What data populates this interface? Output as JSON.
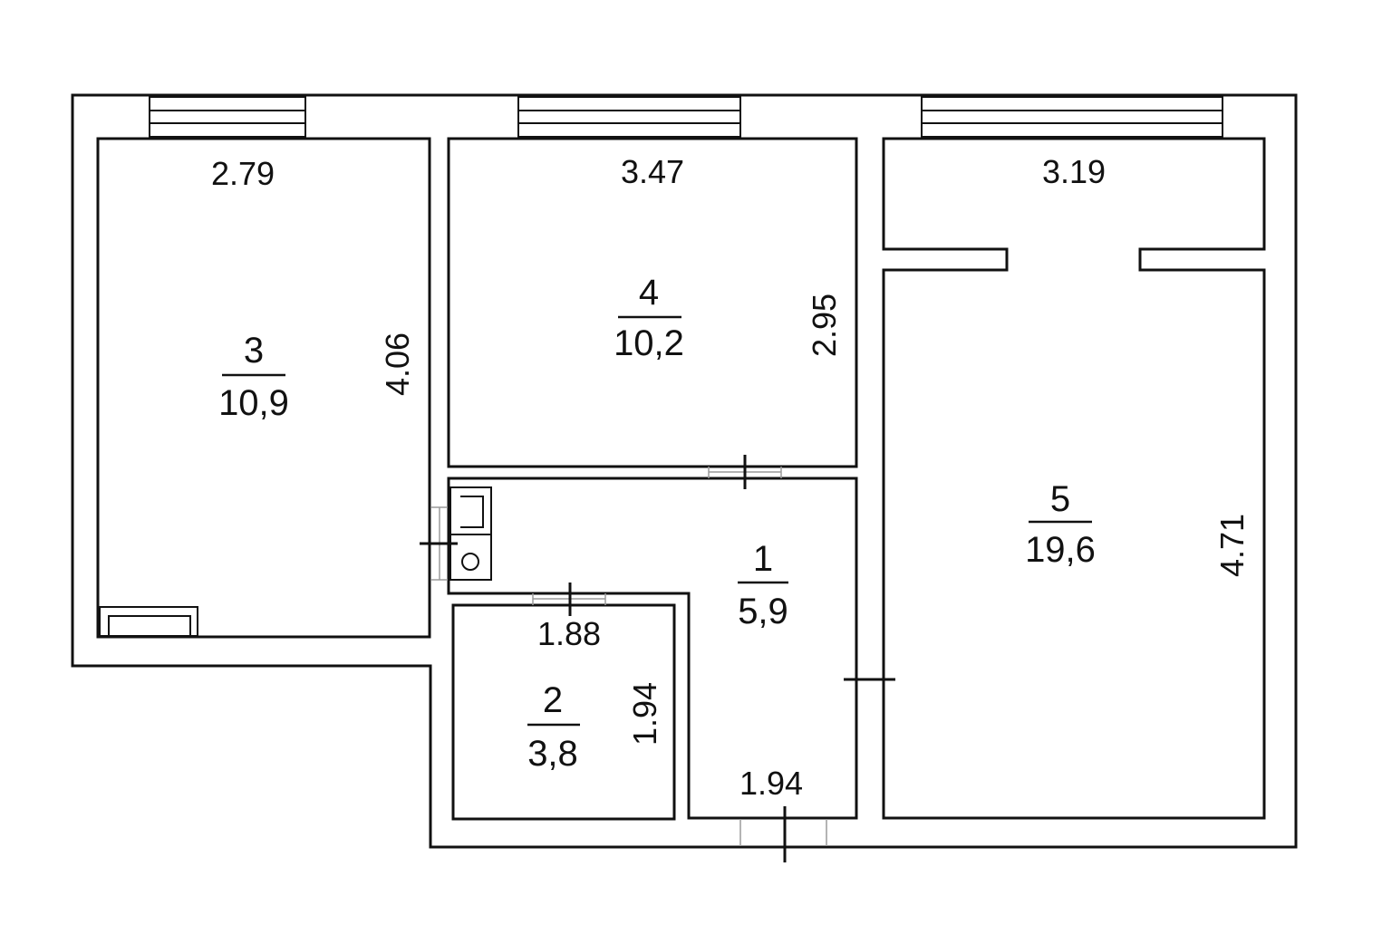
{
  "rooms": [
    {
      "id": "3",
      "number": "3",
      "area": "10,9",
      "width": "2.79",
      "length": "4.06"
    },
    {
      "id": "4",
      "number": "4",
      "area": "10,2",
      "width": "3.47",
      "length": "2.95"
    },
    {
      "id": "5",
      "number": "5",
      "area": "19,6",
      "width": "3.19",
      "length": "4.71"
    },
    {
      "id": "1",
      "number": "1",
      "area": "5,9",
      "width": "1.94"
    },
    {
      "id": "2",
      "number": "2",
      "area": "3,8",
      "width": "1.88",
      "length": "1.94"
    }
  ],
  "colors": {
    "wall": "#111111",
    "background": "#ffffff",
    "hatch": "#9a9a9a"
  }
}
